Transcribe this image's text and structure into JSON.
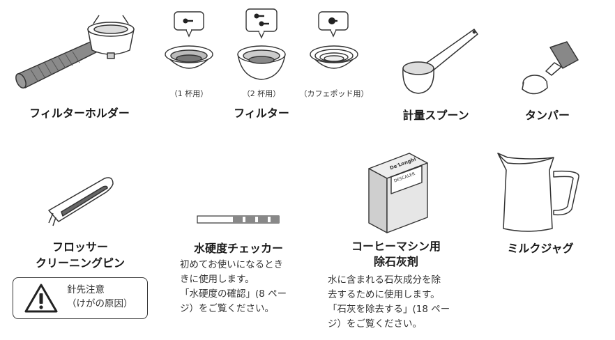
{
  "items": {
    "portafilter": {
      "title": "フィルターホルダー"
    },
    "filter": {
      "title": "フィルター",
      "variants": [
        "（1 杯用）",
        "（2 杯用）",
        "（カフェポッド用）"
      ]
    },
    "spoon": {
      "title": "計量スプーン"
    },
    "tamper": {
      "title": "タンパー"
    },
    "frother_pin": {
      "title_lines": [
        "フロッサー",
        "クリーニングピン"
      ],
      "warning_lines": [
        "針先注意",
        "（けがの原因）"
      ]
    },
    "hardness_checker": {
      "title": "水硬度チェッカー",
      "desc_lines": [
        "初めてお使いになるとき",
        "きに使用します。",
        "「水硬度の確認」(8 ペー",
        "ジ）をご覧ください。"
      ]
    },
    "descaler": {
      "title_lines": [
        "コーヒーマシン用",
        "除石灰剤"
      ],
      "box_labels": [
        "De'Longhi",
        "DESCALER"
      ],
      "desc_lines": [
        "水に含まれる石灰成分を除",
        "去するために使用します。",
        "「石灰を除去する」(18 ペー",
        "ジ）をご覧ください。"
      ]
    },
    "milk_jug": {
      "title": "ミルクジャグ"
    }
  }
}
